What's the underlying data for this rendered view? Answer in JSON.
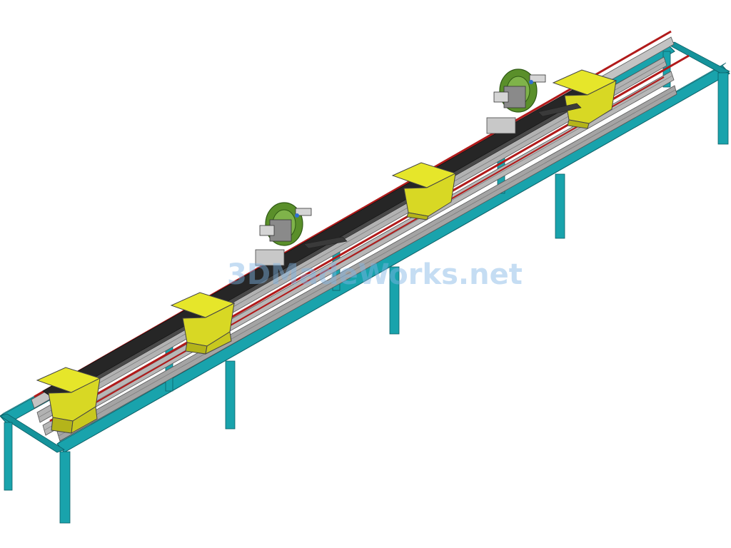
{
  "watermark": {
    "text": "3DMadeWorks.net"
  },
  "colors": {
    "frame": "#19a3ac",
    "frame_dark": "#0d7f87",
    "rail": "#a9a9a9",
    "rail_dark": "#6f6f6f",
    "belt": "#2b2b2b",
    "red_strip": "#b11a1a",
    "saddle": "#e2e22a",
    "saddle_dark": "#9c9c12",
    "motor": "#5a8f2a",
    "motor_dark": "#2f5a14",
    "steel": "#c8c8c8",
    "watermark": "#7fb6e6"
  },
  "icons": [
    "conveyor-frame",
    "aluminium-rail",
    "belt",
    "saddle-support",
    "drive-unit"
  ]
}
